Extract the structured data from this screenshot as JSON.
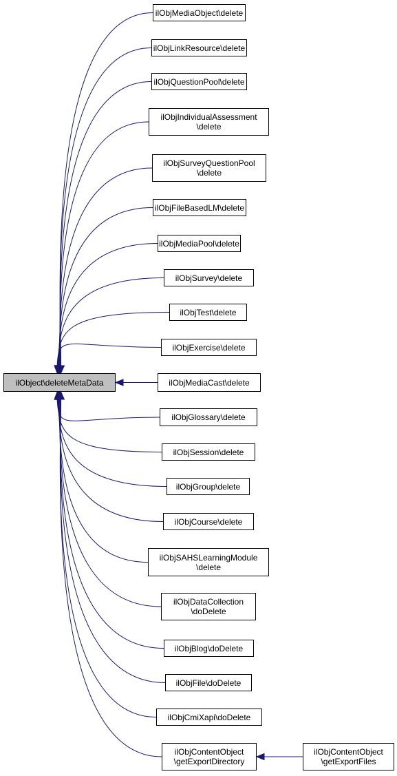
{
  "root": {
    "lines": [
      "ilObject\\deleteMetaData"
    ]
  },
  "callers": [
    {
      "lines": [
        "ilObjMediaObject\\delete"
      ]
    },
    {
      "lines": [
        "ilObjLinkResource\\delete"
      ]
    },
    {
      "lines": [
        "ilObjQuestionPool\\delete"
      ]
    },
    {
      "lines": [
        "ilObjIndividualAssessment",
        "\\delete"
      ]
    },
    {
      "lines": [
        "ilObjSurveyQuestionPool",
        "\\delete"
      ]
    },
    {
      "lines": [
        "ilObjFileBasedLM\\delete"
      ]
    },
    {
      "lines": [
        "ilObjMediaPool\\delete"
      ]
    },
    {
      "lines": [
        "ilObjSurvey\\delete"
      ]
    },
    {
      "lines": [
        "ilObjTest\\delete"
      ]
    },
    {
      "lines": [
        "ilObjExercise\\delete"
      ]
    },
    {
      "lines": [
        "ilObjMediaCast\\delete"
      ]
    },
    {
      "lines": [
        "ilObjGlossary\\delete"
      ]
    },
    {
      "lines": [
        "ilObjSession\\delete"
      ]
    },
    {
      "lines": [
        "ilObjGroup\\delete"
      ]
    },
    {
      "lines": [
        "ilObjCourse\\delete"
      ]
    },
    {
      "lines": [
        "ilObjSAHSLearningModule",
        "\\delete"
      ]
    },
    {
      "lines": [
        "ilObjDataCollection",
        "\\doDelete"
      ]
    },
    {
      "lines": [
        "ilObjBlog\\doDelete"
      ]
    },
    {
      "lines": [
        "ilObjFile\\doDelete"
      ]
    },
    {
      "lines": [
        "ilObjCmiXapi\\doDelete"
      ]
    },
    {
      "lines": [
        "ilObjContentObject",
        "\\getExportDirectory"
      ]
    }
  ],
  "secondary": [
    {
      "lines": [
        "ilObjContentObject",
        "\\getExportFiles"
      ]
    }
  ],
  "colors": {
    "edge": "#191970",
    "root_fill": "#bfbfbf",
    "node_fill": "#ffffff",
    "border": "#000000"
  }
}
